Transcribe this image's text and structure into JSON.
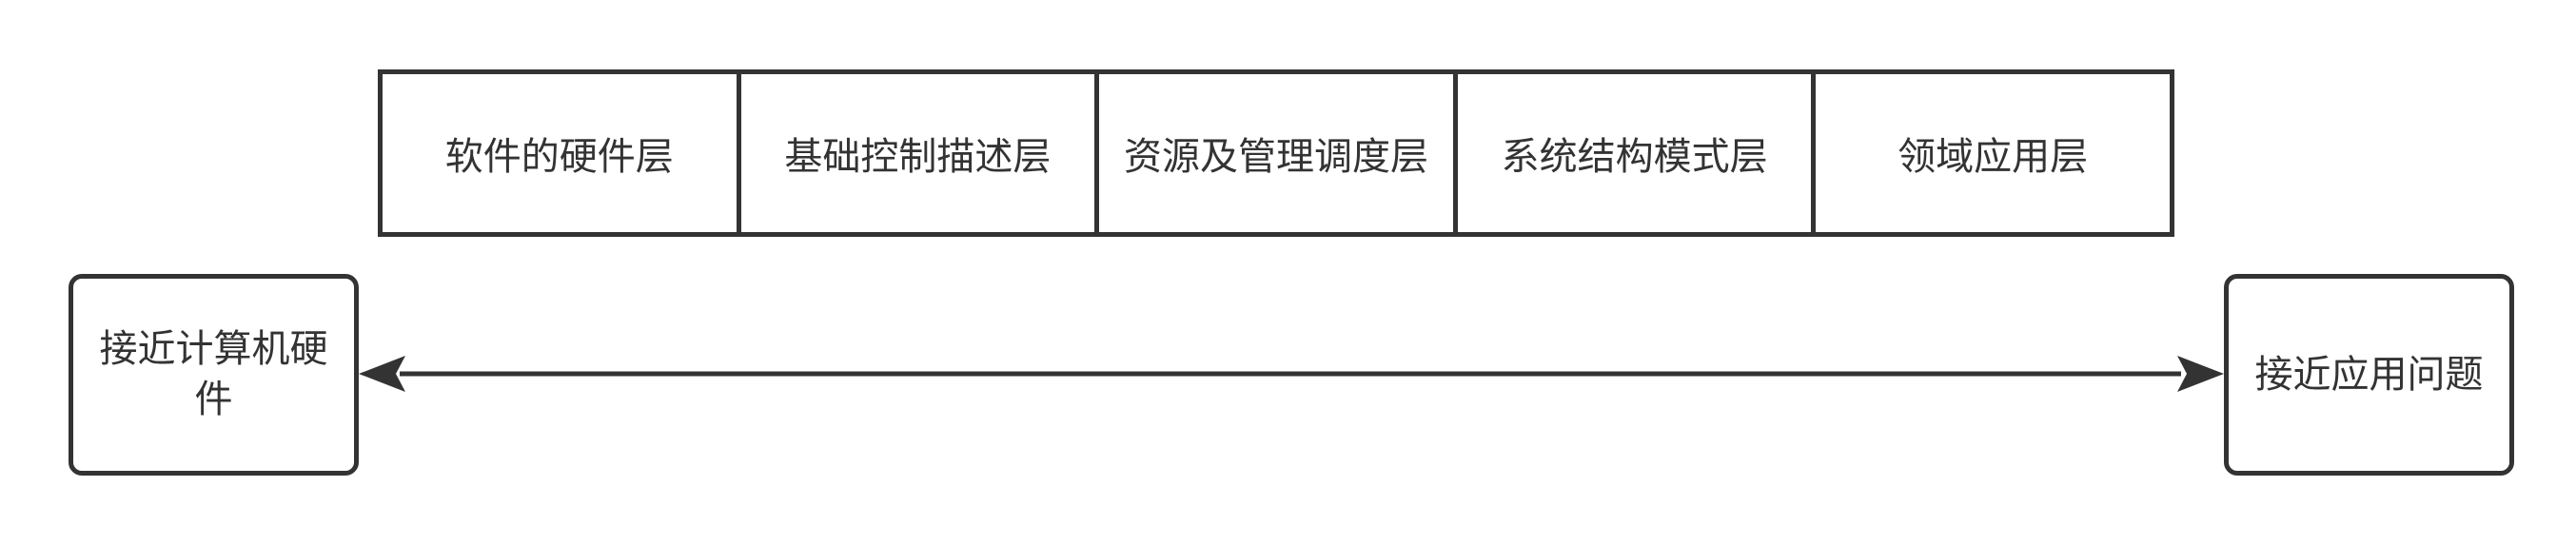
{
  "layers": [
    {
      "label": "软件的硬件层"
    },
    {
      "label": "基础控制描述层"
    },
    {
      "label": "资源及管理调度层"
    },
    {
      "label": "系统结构模式层"
    },
    {
      "label": "领域应用层"
    }
  ],
  "left_end": {
    "label": "接近计算机硬件"
  },
  "right_end": {
    "label": "接近应用问题"
  },
  "colors": {
    "stroke": "#333333",
    "background": "#ffffff"
  }
}
